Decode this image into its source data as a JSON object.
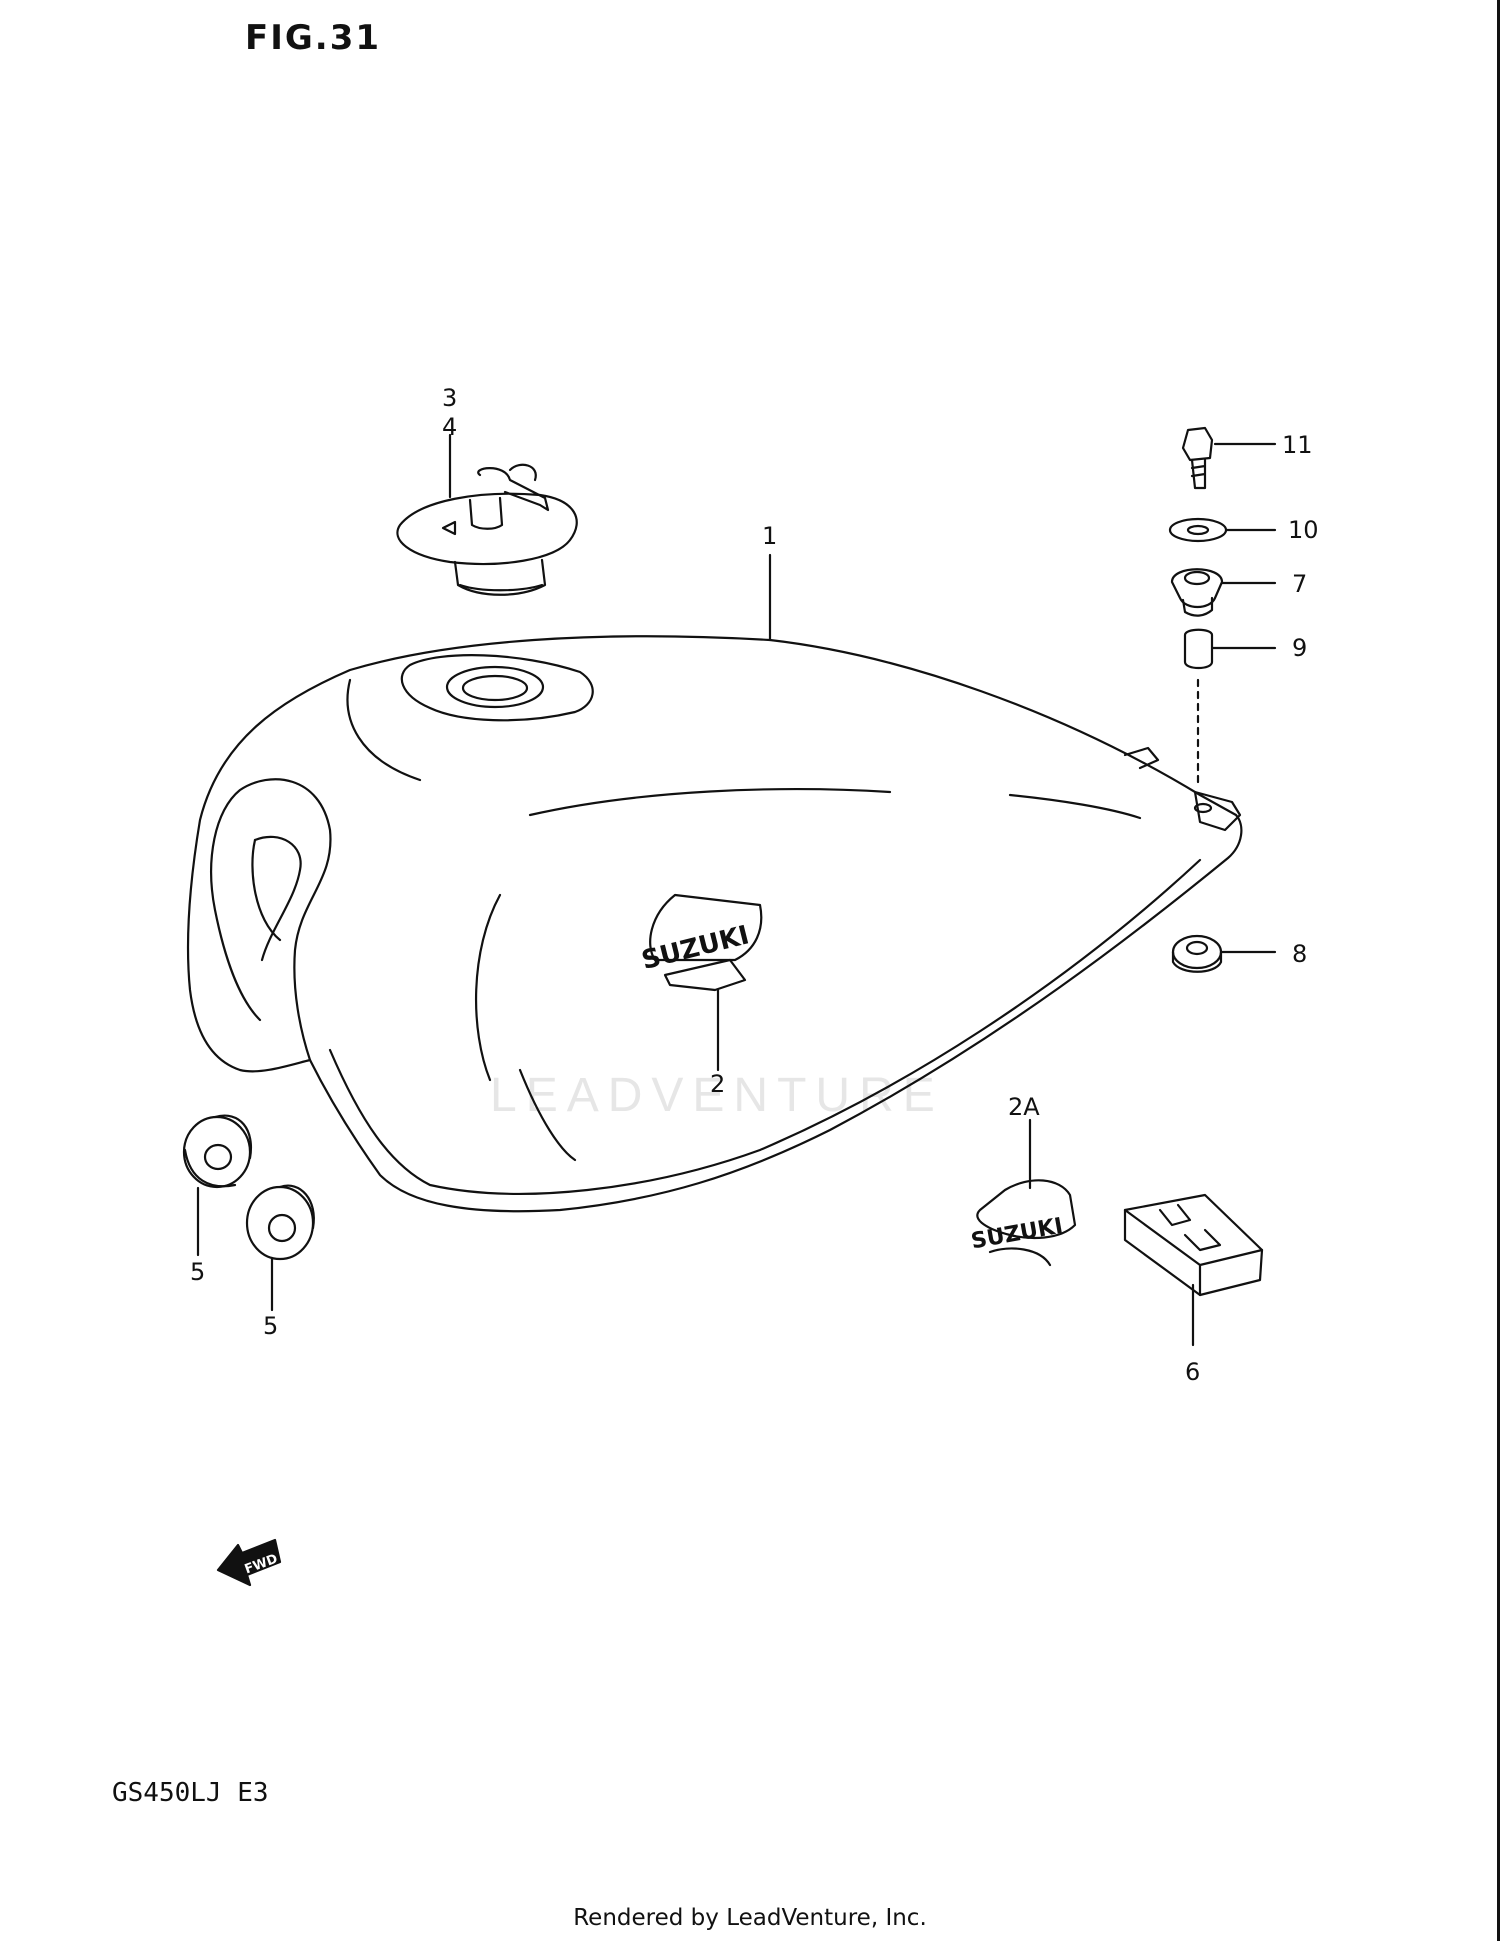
{
  "figure": {
    "title": "FIG.31",
    "model": "GS450LJ E3",
    "footer": "Rendered by LeadVenture, Inc.",
    "watermark": "LEADVENTURE",
    "fwd_label": "FWD"
  },
  "callouts": [
    {
      "id": "c1",
      "label": "1"
    },
    {
      "id": "c2",
      "label": "2"
    },
    {
      "id": "c2a",
      "label": "2A"
    },
    {
      "id": "c3",
      "label": "3"
    },
    {
      "id": "c4",
      "label": "4"
    },
    {
      "id": "c5a",
      "label": "5"
    },
    {
      "id": "c5b",
      "label": "5"
    },
    {
      "id": "c6",
      "label": "6"
    },
    {
      "id": "c7",
      "label": "7"
    },
    {
      "id": "c8",
      "label": "8"
    },
    {
      "id": "c9",
      "label": "9"
    },
    {
      "id": "c10",
      "label": "10"
    },
    {
      "id": "c11",
      "label": "11"
    }
  ],
  "emblem_text": "SUZUKI",
  "colors": {
    "line": "#111111",
    "watermark": "#e6e6e6"
  }
}
